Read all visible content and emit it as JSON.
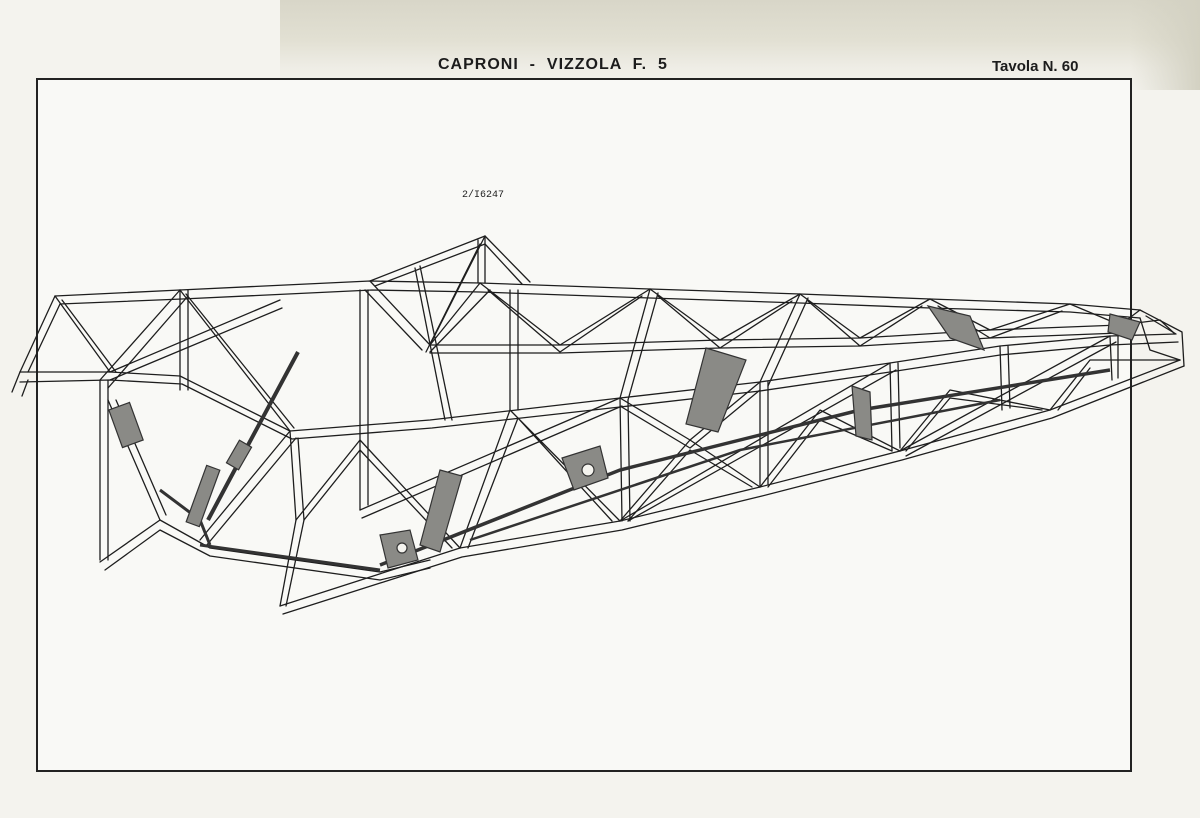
{
  "header": {
    "title": "CAPRONI  -  VIZZOLA  F.  5",
    "plate": "Tavola N. 60"
  },
  "drawing": {
    "code": "2/I6247",
    "subject": "fuselage-truss-frame",
    "colors": {
      "line": "#1e1e1e",
      "paper": "#f9f9f6",
      "shading": "#555555"
    }
  }
}
